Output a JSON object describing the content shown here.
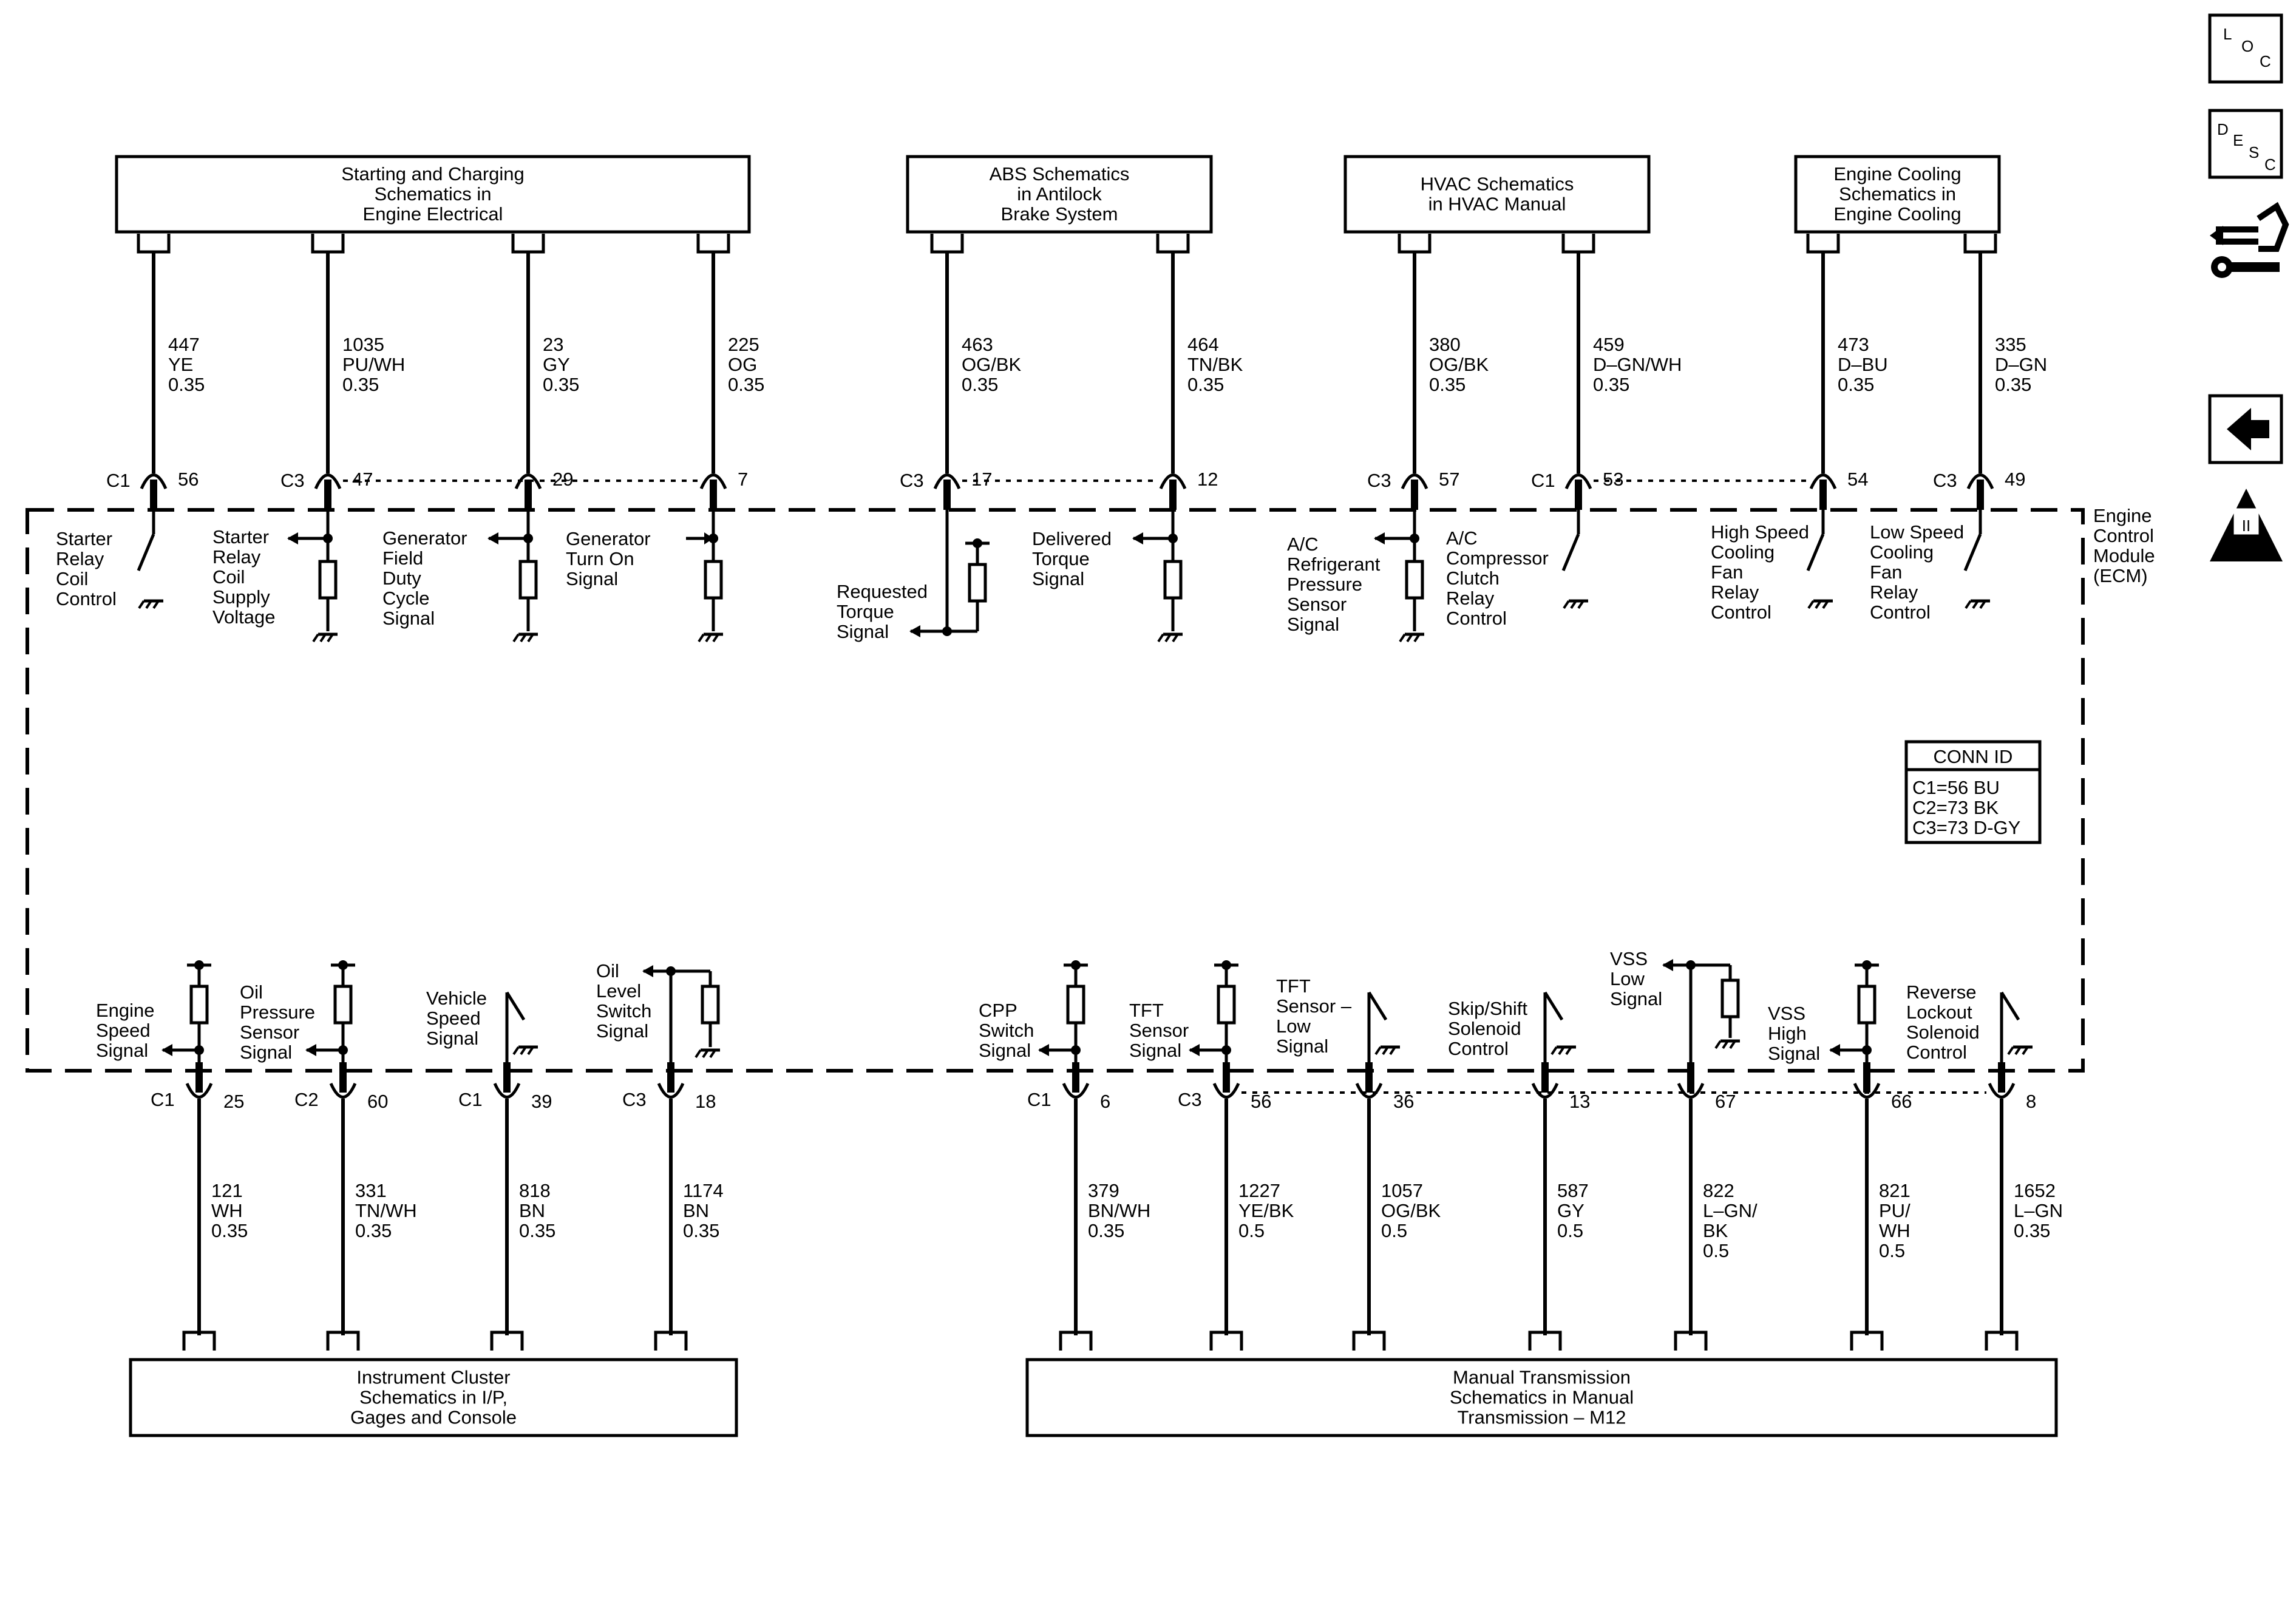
{
  "nav": {
    "loc": [
      "L",
      "O",
      "C"
    ],
    "desc": [
      "D",
      "E",
      "S",
      "C"
    ],
    "obd_label": "OBD II",
    "obd_mark": "II"
  },
  "module": {
    "label_lines": [
      "Engine",
      "Control",
      "Module",
      "(ECM)"
    ]
  },
  "conn_id": {
    "title": "CONN ID",
    "lines": [
      "C1=56 BU",
      "C2=73 BK",
      "C3=73 D-GY"
    ]
  },
  "top_boxes": [
    {
      "lines": [
        "Starting and Charging",
        "Schematics in",
        "Engine Electrical"
      ]
    },
    {
      "lines": [
        "ABS Schematics",
        "in Antilock",
        "Brake System"
      ]
    },
    {
      "lines": [
        "HVAC Schematics",
        "in HVAC Manual"
      ]
    },
    {
      "lines": [
        "Engine Cooling",
        "Schematics in",
        "Engine Cooling"
      ]
    }
  ],
  "bottom_boxes": [
    {
      "lines": [
        "Instrument Cluster",
        "Schematics in I/P,",
        "Gages and Console"
      ]
    },
    {
      "lines": [
        "Manual Transmission",
        "Schematics in Manual",
        "Transmission – M12"
      ]
    }
  ],
  "top_circuits": [
    {
      "wire": [
        "447",
        "YE",
        "0.35"
      ],
      "conn": "C1",
      "pin": "56",
      "signal": [
        "Starter",
        "Relay",
        "Coil",
        "Control"
      ]
    },
    {
      "wire": [
        "1035",
        "PU/WH",
        "0.35"
      ],
      "conn": "C3",
      "pin": "47",
      "signal": [
        "Starter",
        "Relay",
        "Coil",
        "Supply",
        "Voltage"
      ]
    },
    {
      "wire": [
        "23",
        "GY",
        "0.35"
      ],
      "conn": "",
      "pin": "29",
      "signal": [
        "Generator",
        "Field",
        "Duty",
        "Cycle",
        "Signal"
      ]
    },
    {
      "wire": [
        "225",
        "OG",
        "0.35"
      ],
      "conn": "",
      "pin": "7",
      "signal": [
        "Generator",
        "Turn On",
        "Signal"
      ]
    },
    {
      "wire": [
        "463",
        "OG/BK",
        "0.35"
      ],
      "conn": "C3",
      "pin": "17",
      "signal": [
        "Requested",
        "Torque",
        "Signal"
      ]
    },
    {
      "wire": [
        "464",
        "TN/BK",
        "0.35"
      ],
      "conn": "",
      "pin": "12",
      "signal": [
        "Delivered",
        "Torque",
        "Signal"
      ]
    },
    {
      "wire": [
        "380",
        "OG/BK",
        "0.35"
      ],
      "conn": "C3",
      "pin": "57",
      "signal": [
        "A/C",
        "Refrigerant",
        "Pressure",
        "Sensor",
        "Signal"
      ]
    },
    {
      "wire": [
        "459",
        "D–GN/WH",
        "0.35"
      ],
      "conn": "C1",
      "pin": "53",
      "signal": [
        "A/C",
        "Compressor",
        "Clutch",
        "Relay",
        "Control"
      ]
    },
    {
      "wire": [
        "473",
        "D–BU",
        "0.35"
      ],
      "conn": "",
      "pin": "54",
      "signal": [
        "High Speed",
        "Cooling",
        "Fan",
        "Relay",
        "Control"
      ]
    },
    {
      "wire": [
        "335",
        "D–GN",
        "0.35"
      ],
      "conn": "C3",
      "pin": "49",
      "signal": [
        "Low Speed",
        "Cooling",
        "Fan",
        "Relay",
        "Control"
      ]
    }
  ],
  "bottom_circuits": [
    {
      "wire": [
        "121",
        "WH",
        "0.35"
      ],
      "conn": "C1",
      "pin": "25",
      "signal": [
        "Engine",
        "Speed",
        "Signal"
      ]
    },
    {
      "wire": [
        "331",
        "TN/WH",
        "0.35"
      ],
      "conn": "C2",
      "pin": "60",
      "signal": [
        "Oil",
        "Pressure",
        "Sensor",
        "Signal"
      ]
    },
    {
      "wire": [
        "818",
        "BN",
        "0.35"
      ],
      "conn": "C1",
      "pin": "39",
      "signal": [
        "Vehicle",
        "Speed",
        "Signal"
      ]
    },
    {
      "wire": [
        "1174",
        "BN",
        "0.35"
      ],
      "conn": "C3",
      "pin": "18",
      "signal": [
        "Oil",
        "Level",
        "Switch",
        "Signal"
      ]
    },
    {
      "wire": [
        "379",
        "BN/WH",
        "0.35"
      ],
      "conn": "C1",
      "pin": "6",
      "signal": [
        "CPP",
        "Switch",
        "Signal"
      ]
    },
    {
      "wire": [
        "1227",
        "YE/BK",
        "0.5"
      ],
      "conn": "C3",
      "pin": "56",
      "signal": [
        "TFT",
        "Sensor",
        "Signal"
      ]
    },
    {
      "wire": [
        "1057",
        "OG/BK",
        "0.5"
      ],
      "conn": "",
      "pin": "36",
      "signal": [
        "TFT",
        "Sensor –",
        "Low",
        "Signal"
      ]
    },
    {
      "wire": [
        "587",
        "GY",
        "0.5"
      ],
      "conn": "",
      "pin": "13",
      "signal": [
        "Skip/Shift",
        "Solenoid",
        "Control"
      ]
    },
    {
      "wire": [
        "822",
        "L–GN/",
        "BK",
        "0.5"
      ],
      "conn": "",
      "pin": "67",
      "signal": [
        "VSS",
        "Low",
        "Signal"
      ]
    },
    {
      "wire": [
        "821",
        "PU/",
        "WH",
        "0.5"
      ],
      "conn": "",
      "pin": "66",
      "signal": [
        "VSS",
        "High",
        "Signal"
      ]
    },
    {
      "wire": [
        "1652",
        "L–GN",
        "0.35"
      ],
      "conn": "",
      "pin": "8",
      "signal": [
        "Reverse",
        "Lockout",
        "Solenoid",
        "Control"
      ]
    }
  ]
}
